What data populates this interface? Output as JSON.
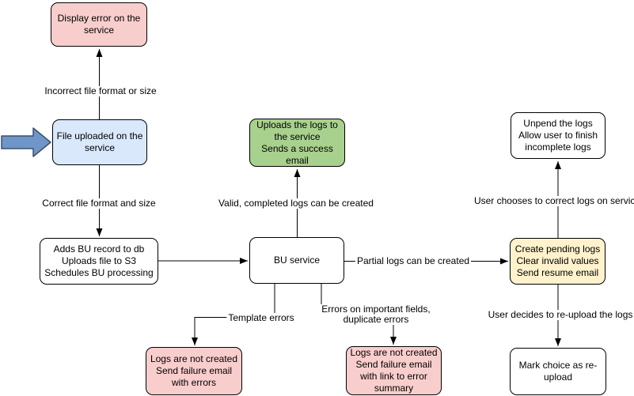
{
  "diagram": {
    "colors": {
      "pink": "#f8cecc",
      "blue": "#dae8fc",
      "green": "#a9d18e",
      "yellow": "#fff2cc",
      "white": "#ffffff",
      "arrow_fill": "#6e96c8",
      "arrow_stroke": "#3c506e"
    },
    "boxes": {
      "display_error": {
        "lines": [
          "Display error on the service"
        ]
      },
      "file_uploaded": {
        "lines": [
          "File uploaded on the service"
        ]
      },
      "adds_bu": {
        "lines": [
          "Adds BU record to db",
          "Uploads file to S3",
          "Schedules BU processing"
        ]
      },
      "uploads_logs": {
        "lines": [
          "Uploads the logs to the service",
          "Sends a success email"
        ]
      },
      "bu_service": {
        "lines": [
          "BU service"
        ]
      },
      "create_pending": {
        "lines": [
          "Create pending logs",
          "Clear invalid values",
          "Send resume email"
        ]
      },
      "unpend": {
        "lines": [
          "Unpend the logs",
          "Allow user to finish incomplete logs"
        ]
      },
      "logs_not_created_errors": {
        "lines": [
          "Logs are not created",
          "Send failure email with errors"
        ]
      },
      "logs_not_created_summary": {
        "lines": [
          "Logs are not created",
          "Send failure email with link to error summary"
        ]
      },
      "mark_reupload": {
        "lines": [
          "Mark choice as re-upload"
        ]
      }
    },
    "edge_labels": {
      "incorrect": "Incorrect file format or size",
      "correct": "Correct file format and size",
      "valid": "Valid, completed logs can be created",
      "partial": "Partial logs can be created",
      "template": "Template errors",
      "important": {
        "lines": [
          "Errors on important fields,",
          "duplicate errors"
        ]
      },
      "choose_correct": "User chooses to correct logs on service",
      "decide_reupload": "User decides to re-upload the logs"
    }
  }
}
